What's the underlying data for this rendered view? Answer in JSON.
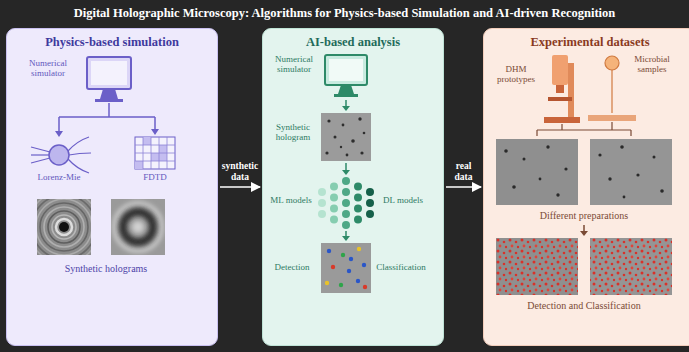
{
  "diagram": {
    "title": "Digital Holographic Microscopy: Algorithms for Physics-based Simulation and AI-driven Recognition",
    "nodes": [
      {
        "text": [
          "Physics-based simulation"
        ]
      },
      {
        "text": [
          "AI-based analysis"
        ]
      },
      {
        "text": [
          "Experimental datasets"
        ]
      }
    ],
    "edges": [
      {
        "from": 0,
        "to": 1,
        "label": "synthetic data",
        "arrow": "to"
      },
      {
        "from": 1,
        "to": 2,
        "label": "real data",
        "arrow": "to"
      }
    ],
    "labels": [
      "Numerical simulator",
      "Lorenz-Mie",
      "FDTD",
      "Synthetic holograms",
      "Numerical simulator",
      "Synthetic hologram",
      "ML models",
      "DL models",
      "Detection",
      "Classification",
      "DHM prototypes",
      "Microbial samples",
      "Different preparations",
      "Detection and Classification"
    ]
  }
}
